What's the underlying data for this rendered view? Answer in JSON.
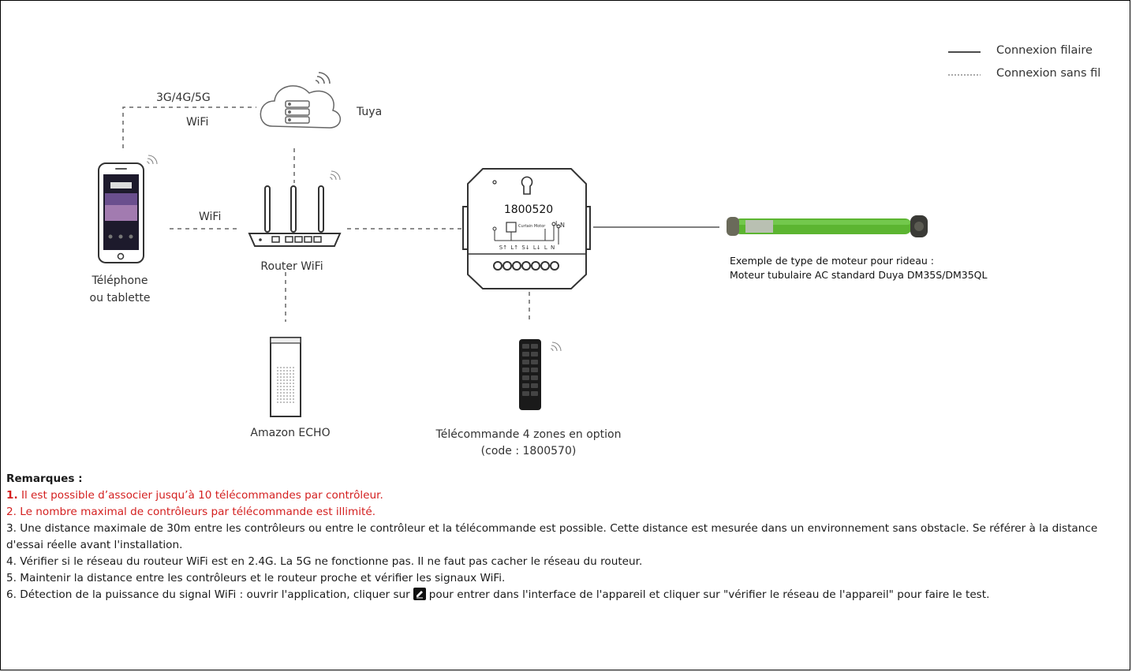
{
  "legend": {
    "wired": "Connexion filaire",
    "wireless": "Connexion sans fil"
  },
  "cloud": {
    "label": "Tuya",
    "link_top": "3G/4G/5G",
    "link_bottom": "WiFi"
  },
  "phone": {
    "label_line1": "Téléphone",
    "label_line2": "ou tablette"
  },
  "router": {
    "label": "Router WiFi",
    "link_label": "WiFi"
  },
  "controller": {
    "code": "1800520",
    "terminals": "S↑ L↑ S↓ L↓ L N",
    "motor_tag": "Curtain Motor",
    "pins": [
      "L",
      "N"
    ]
  },
  "echo": {
    "label": "Amazon ECHO"
  },
  "remote": {
    "label_line1": "Télécommande 4 zones en option",
    "label_line2": "(code : 1800570)"
  },
  "motor": {
    "line1": "Exemple de type de moteur pour rideau :",
    "line2": "Moteur tubulaire AC standard Duya DM35S/DM35QL"
  },
  "colors": {
    "motor_green": "#5cb531",
    "note_red": "#d42020"
  },
  "notes": {
    "title": "Remarques :",
    "n1_num": "1.",
    "n1": " Il est possible d’associer jusqu’à 10 télécommandes par contrôleur.",
    "n2": "2. Le nombre maximal de contrôleurs par télécommande est illimité.",
    "n3": "3. Une distance maximale de 30m entre les contrôleurs ou entre le contrôleur et la télécommande est possible. Cette distance est mesurée dans un environnement sans obstacle. Se référer à la distance d'essai réelle avant l'installation.",
    "n4": "4. Vérifier si le réseau du routeur WiFi est en 2.4G. La 5G ne fonctionne pas. Il ne faut pas cacher le réseau du routeur.",
    "n5": "5. Maintenir la distance entre les contrôleurs et le routeur proche et vérifier les signaux WiFi.",
    "n6_a": "6. Détection de la puissance du signal WiFi : ouvrir l'application, cliquer sur",
    "n6_b": "pour entrer dans l'interface de l'appareil et cliquer sur \"vérifier le réseau de l'appareil\" pour faire le test."
  }
}
